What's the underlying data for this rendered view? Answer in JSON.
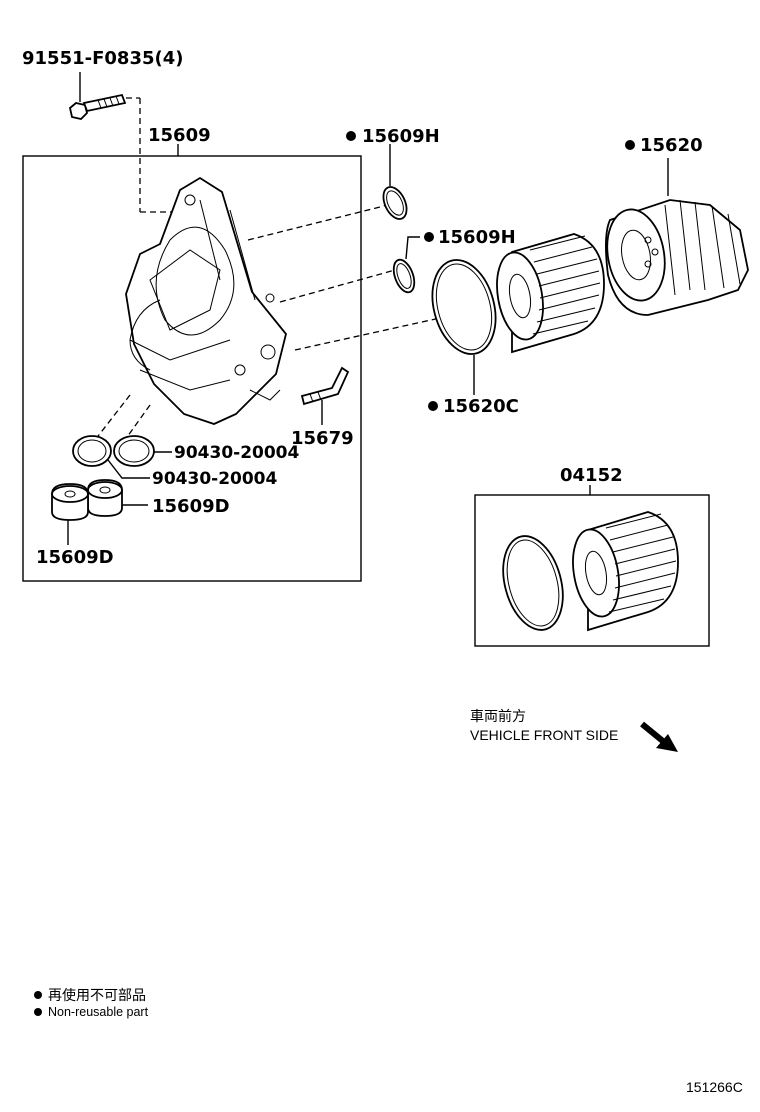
{
  "parts": {
    "bolt": "91551-F0835(4)",
    "housing": "15609",
    "oring_h_top": "15609H",
    "oring_h_mid": "15609H",
    "cap": "15620",
    "cap_oring": "15620C",
    "clip": "15679",
    "gasket_1": "90430-20004",
    "gasket_2": "90430-20004",
    "plug_right": "15609D",
    "plug_left": "15609D",
    "element_kit": "04152"
  },
  "direction": {
    "jp": "車両前方",
    "en": "VEHICLE FRONT SIDE"
  },
  "legend": {
    "jp": "再使用不可部品",
    "en": "Non-reusable part"
  },
  "figure_id": "151266C"
}
